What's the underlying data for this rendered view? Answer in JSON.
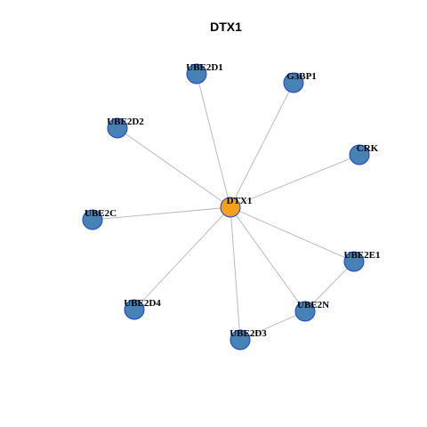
{
  "title": "DTX1",
  "colors": {
    "hub_fill": "#f5a01a",
    "node_fill": "#4682b4",
    "node_stroke": "#1a3fd6",
    "edge": "#b4b4b4"
  },
  "nodes": [
    {
      "id": "DTX1",
      "label": "DTX1",
      "role": "hub"
    },
    {
      "id": "UBE2D1",
      "label": "UBE2D1",
      "role": "partner"
    },
    {
      "id": "G3BP1",
      "label": "G3BP1",
      "role": "partner"
    },
    {
      "id": "UBE2D2",
      "label": "UBE2D2",
      "role": "partner"
    },
    {
      "id": "CRK",
      "label": "CRK",
      "role": "partner"
    },
    {
      "id": "UBE2C",
      "label": "UBE2C",
      "role": "partner"
    },
    {
      "id": "UBE2E1",
      "label": "UBE2E1",
      "role": "partner"
    },
    {
      "id": "UBE2D4",
      "label": "UBE2D4",
      "role": "partner"
    },
    {
      "id": "UBE2N",
      "label": "UBE2N",
      "role": "partner"
    },
    {
      "id": "UBE2D3",
      "label": "UBE2D3",
      "role": "partner"
    }
  ],
  "edges": [
    [
      "DTX1",
      "UBE2D1"
    ],
    [
      "DTX1",
      "G3BP1"
    ],
    [
      "DTX1",
      "UBE2D2"
    ],
    [
      "DTX1",
      "CRK"
    ],
    [
      "DTX1",
      "UBE2C"
    ],
    [
      "DTX1",
      "UBE2E1"
    ],
    [
      "DTX1",
      "UBE2D4"
    ],
    [
      "DTX1",
      "UBE2N"
    ],
    [
      "DTX1",
      "UBE2D3"
    ],
    [
      "UBE2E1",
      "UBE2N"
    ],
    [
      "UBE2N",
      "UBE2D3"
    ]
  ]
}
